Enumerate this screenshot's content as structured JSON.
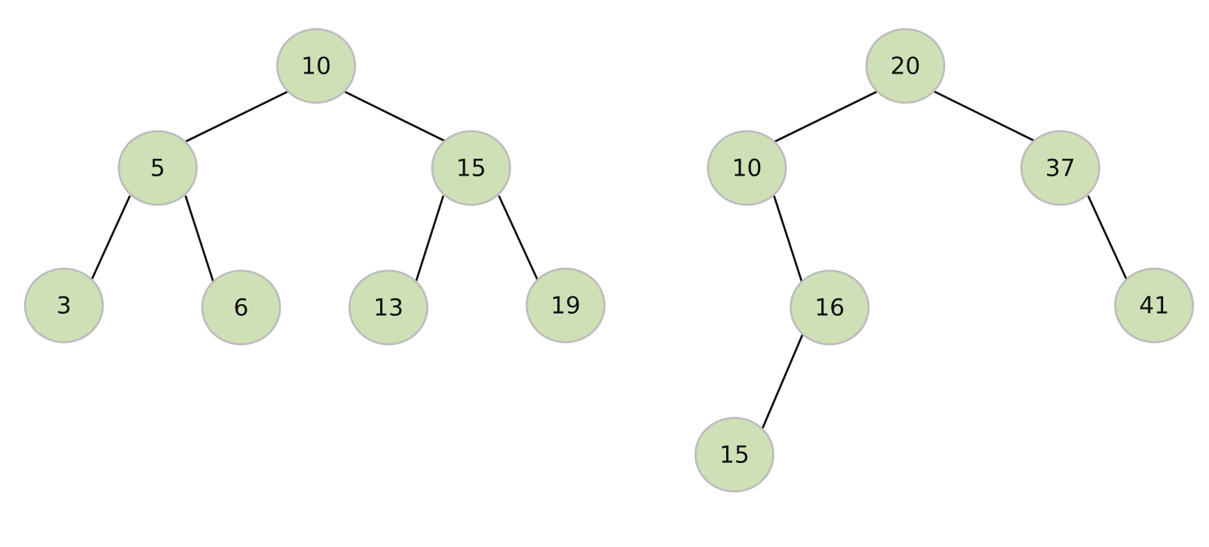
{
  "colors": {
    "node_fill": "#cfe0b7",
    "node_stroke": "#bdbdbd",
    "edge": "#111111",
    "text": "#111111",
    "background": "#ffffff"
  },
  "trees": [
    {
      "nodes": [
        {
          "id": "a10",
          "label": "10"
        },
        {
          "id": "a5",
          "label": "5"
        },
        {
          "id": "a15",
          "label": "15"
        },
        {
          "id": "a3",
          "label": "3"
        },
        {
          "id": "a6",
          "label": "6"
        },
        {
          "id": "a13",
          "label": "13"
        },
        {
          "id": "a19",
          "label": "19"
        }
      ],
      "edges": [
        [
          "a10",
          "a5"
        ],
        [
          "a10",
          "a15"
        ],
        [
          "a5",
          "a3"
        ],
        [
          "a5",
          "a6"
        ],
        [
          "a15",
          "a13"
        ],
        [
          "a15",
          "a19"
        ]
      ]
    },
    {
      "nodes": [
        {
          "id": "b20",
          "label": "20"
        },
        {
          "id": "b10",
          "label": "10"
        },
        {
          "id": "b37",
          "label": "37"
        },
        {
          "id": "b16",
          "label": "16"
        },
        {
          "id": "b41",
          "label": "41"
        },
        {
          "id": "b15",
          "label": "15"
        }
      ],
      "edges": [
        [
          "b20",
          "b10"
        ],
        [
          "b20",
          "b37"
        ],
        [
          "b10",
          "b16"
        ],
        [
          "b37",
          "b41"
        ],
        [
          "b16",
          "b15"
        ]
      ]
    }
  ]
}
